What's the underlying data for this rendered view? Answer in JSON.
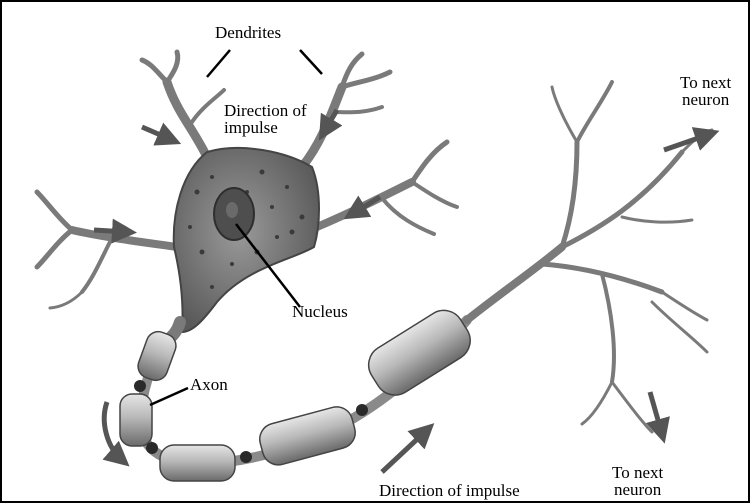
{
  "labels": {
    "dendrites": "Dendrites",
    "direction_top_line1": "Direction of",
    "direction_top_line2": "impulse",
    "to_next_top_line1": "To next",
    "to_next_top_line2": "neuron",
    "nucleus": "Nucleus",
    "axon": "Axon",
    "to_next_bottom_line1": "To next",
    "to_next_bottom_line2": "neuron",
    "direction_bottom": "Direction of impulse"
  },
  "colors": {
    "ink": "#000000",
    "cell_body": "#6e6e6e",
    "membrane": "#8c8c8c",
    "sheath": "#b5b5b5",
    "node": "#2a2a2a",
    "arrow": "#555555"
  }
}
